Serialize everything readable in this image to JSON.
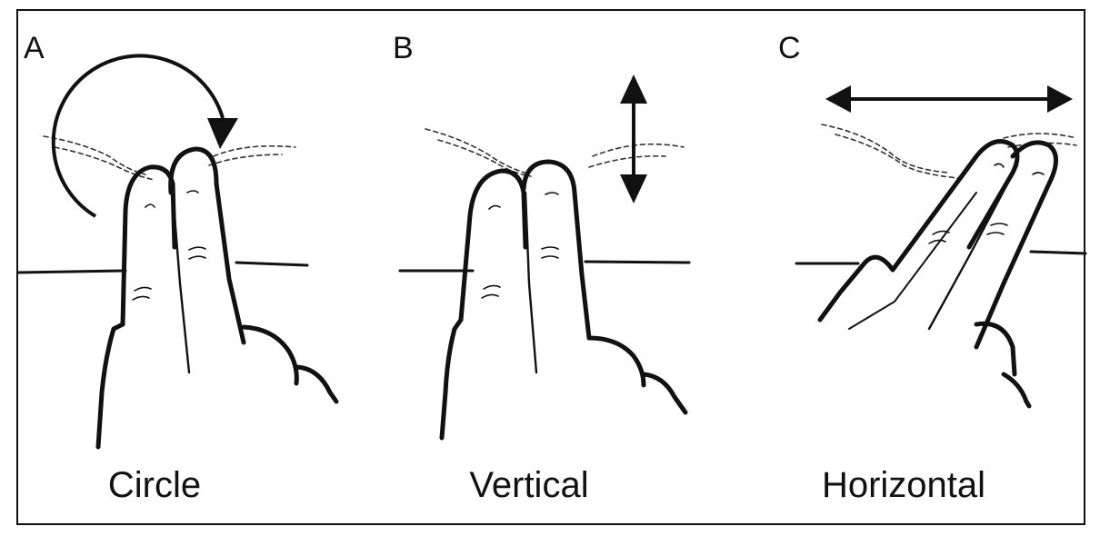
{
  "panels": [
    {
      "letter": "A",
      "caption": "Circle"
    },
    {
      "letter": "B",
      "caption": "Vertical"
    },
    {
      "letter": "C",
      "caption": "Horizontal"
    }
  ],
  "icons": {
    "panel_a": "circular-arrow-icon",
    "panel_b": "vertical-double-arrow-icon",
    "panel_c": "horizontal-double-arrow-icon"
  },
  "colors": {
    "ink": "#111111",
    "background": "#ffffff"
  }
}
